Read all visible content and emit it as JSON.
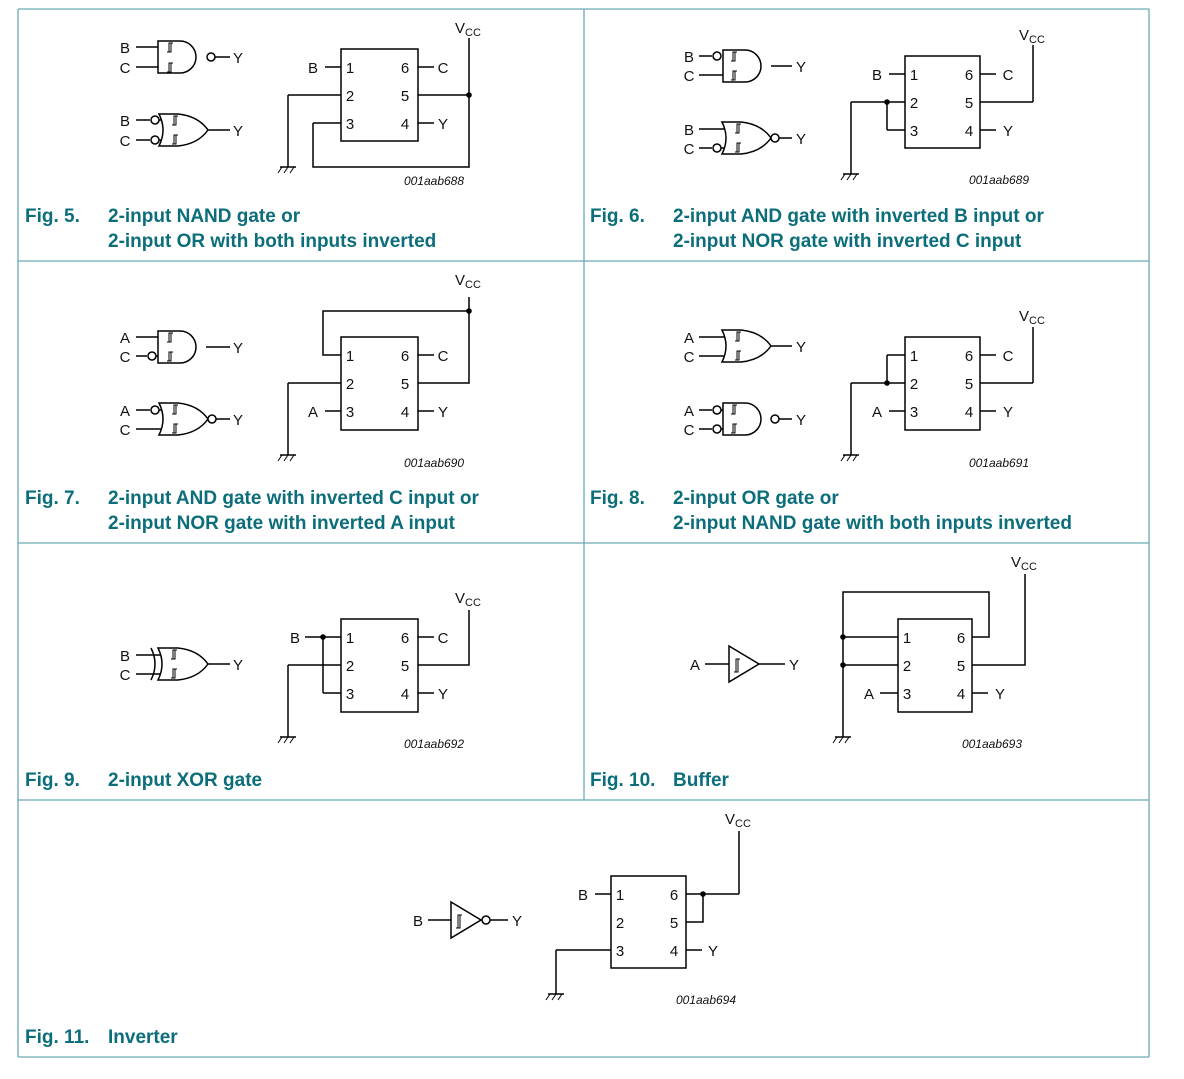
{
  "labels": {
    "vcc_main": "V",
    "vcc_sub": "CC",
    "gate_output": "Y"
  },
  "pins": {
    "p1": "1",
    "p2": "2",
    "p3": "3",
    "p4": "4",
    "p5": "5",
    "p6": "6"
  },
  "figures": [
    {
      "fig_number": "Fig. 5.",
      "title_lines": [
        "2-input NAND gate or",
        "2-input OR with both inputs inverted"
      ],
      "code": "001aab688",
      "pin_labels": {
        "p1": "B",
        "p3": "",
        "p4": "Y",
        "p6": "C"
      },
      "gate1_inputs": [
        "B",
        "C"
      ],
      "gate2_inputs": [
        "B",
        "C"
      ]
    },
    {
      "fig_number": "Fig. 6.",
      "title_lines": [
        "2-input AND gate with inverted B input or",
        "2-input NOR gate with inverted C input"
      ],
      "code": "001aab689",
      "pin_labels": {
        "p1": "B",
        "p3": "",
        "p4": "Y",
        "p6": "C"
      },
      "gate1_inputs": [
        "B",
        "C"
      ],
      "gate2_inputs": [
        "B",
        "C"
      ]
    },
    {
      "fig_number": "Fig. 7.",
      "title_lines": [
        "2-input AND gate with inverted C input or",
        "2-input NOR gate with inverted A input"
      ],
      "code": "001aab690",
      "pin_labels": {
        "p1": "",
        "p3": "A",
        "p4": "Y",
        "p6": "C"
      },
      "gate1_inputs": [
        "A",
        "C"
      ],
      "gate2_inputs": [
        "A",
        "C"
      ]
    },
    {
      "fig_number": "Fig. 8.",
      "title_lines": [
        "2-input OR gate or",
        "2-input NAND gate with both inputs inverted"
      ],
      "code": "001aab691",
      "pin_labels": {
        "p1": "",
        "p3": "A",
        "p4": "Y",
        "p6": "C"
      },
      "gate1_inputs": [
        "A",
        "C"
      ],
      "gate2_inputs": [
        "A",
        "C"
      ]
    },
    {
      "fig_number": "Fig. 9.",
      "title_lines": [
        "2-input XOR gate"
      ],
      "code": "001aab692",
      "pin_labels": {
        "p1": "B",
        "p3": "",
        "p4": "Y",
        "p6": "C"
      },
      "gate1_inputs": [
        "B",
        "C"
      ]
    },
    {
      "fig_number": "Fig. 10.",
      "title_lines": [
        "Buffer"
      ],
      "code": "001aab693",
      "pin_labels": {
        "p1": "",
        "p3": "A",
        "p4": "Y",
        "p6": ""
      },
      "gate1_inputs": [
        "A"
      ]
    },
    {
      "fig_number": "Fig. 11.",
      "title_lines": [
        "Inverter"
      ],
      "code": "001aab694",
      "pin_labels": {
        "p1": "B",
        "p3": "",
        "p4": "Y",
        "p6": ""
      },
      "gate1_inputs": [
        "B"
      ]
    }
  ]
}
